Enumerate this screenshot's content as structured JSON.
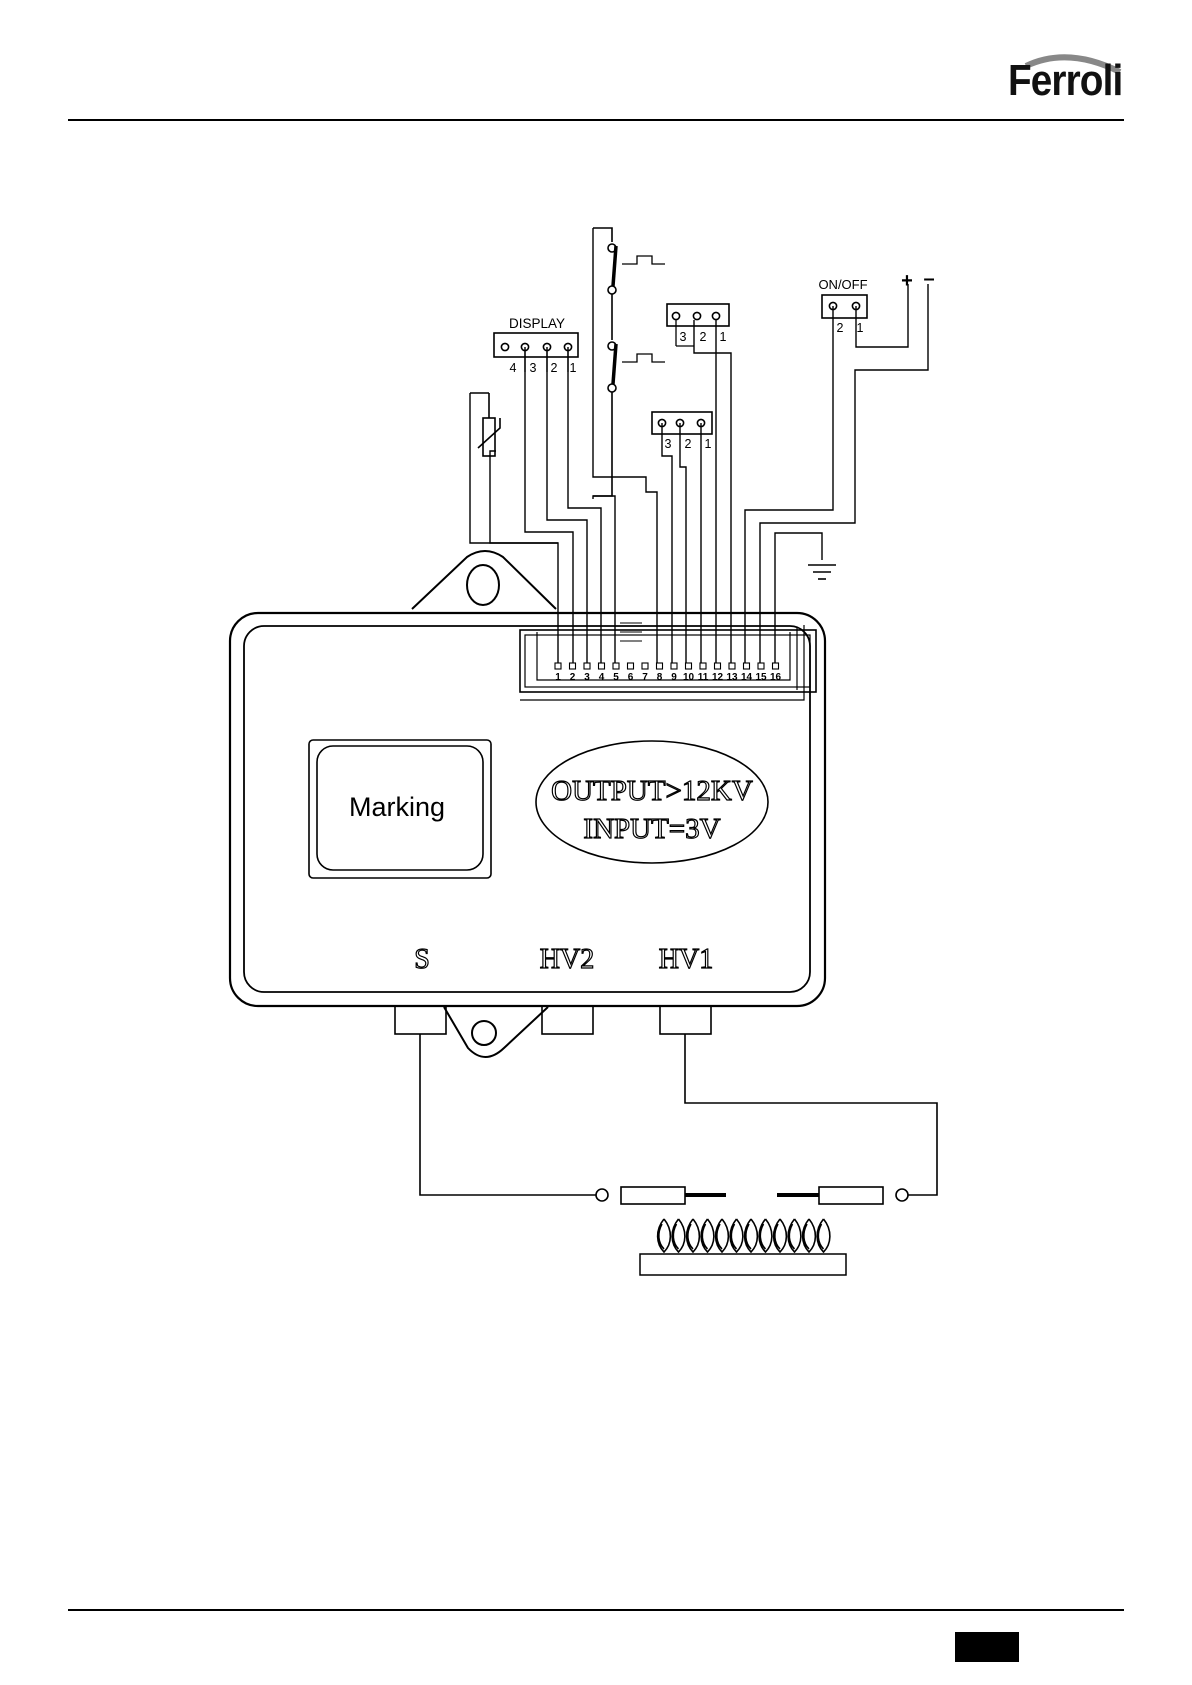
{
  "brand": {
    "name": "Ferroli",
    "accent": "#111111"
  },
  "diagram": {
    "connector_display": {
      "title": "DISPLAY",
      "pins": [
        "4",
        "3",
        "2",
        "1"
      ]
    },
    "connector_a": {
      "pins": [
        "3",
        "2",
        "1"
      ]
    },
    "connector_b": {
      "pins": [
        "3",
        "2",
        "1"
      ]
    },
    "connector_onoff": {
      "title": "ON/OFF",
      "pins": [
        "2",
        "1"
      ]
    },
    "power": {
      "plus": "+",
      "minus": "–"
    },
    "terminal_block": {
      "pins": [
        "1",
        "2",
        "3",
        "4",
        "5",
        "6",
        "7",
        "8",
        "9",
        "10",
        "11",
        "12",
        "13",
        "14",
        "15",
        "16"
      ]
    },
    "marking_label": "Marking",
    "rating": {
      "output": "OUTPUT>12KV",
      "input": "INPUT=3V"
    },
    "outputs": {
      "s": "S",
      "hv2": "HV2",
      "hv1": "HV1"
    }
  }
}
